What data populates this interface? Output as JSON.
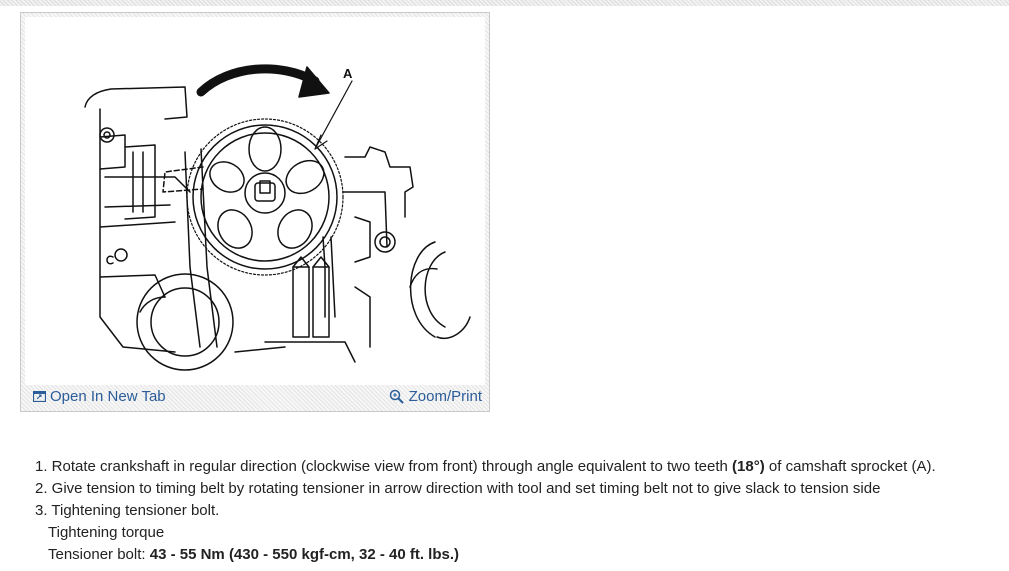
{
  "figure": {
    "callout_letter": "A",
    "open_tab_label": "Open In New Tab",
    "zoom_label": "Zoom/Print",
    "icons": [
      "open-new-tab-icon",
      "zoom-magnifier-icon"
    ],
    "link_color": "#2b5d9a"
  },
  "steps": {
    "step1": {
      "text": "1. Rotate crankshaft in regular direction (clockwise view from front) through angle equivalent to two teeth ",
      "bold": "(18°)",
      "tail": " of camshaft sprocket (A)."
    },
    "step2": "2. Give tension to timing belt by rotating tensioner in arrow direction with tool and set timing belt not to give slack to tension side",
    "step3": "3. Tightening tensioner bolt.",
    "torque_heading": "Tightening torque",
    "tensioner_label": "Tensioner bolt: ",
    "tensioner_value": "43 - 55 Nm (430 - 550 kgf-cm, 32 - 40 ft. lbs.)"
  }
}
